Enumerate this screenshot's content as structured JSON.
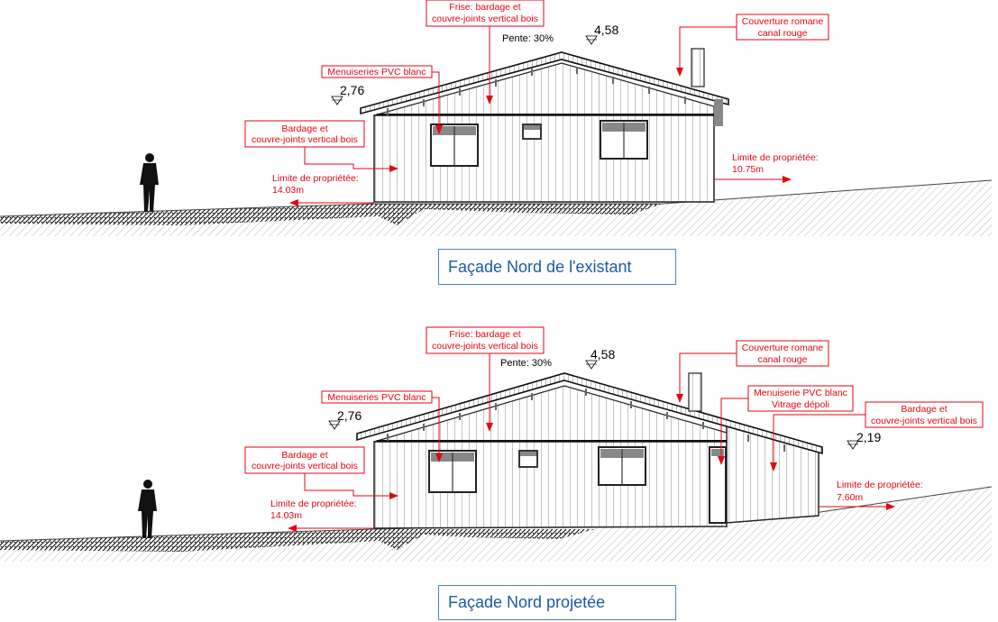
{
  "elevations": [
    {
      "id": "existant",
      "title": "Façade Nord de l'existant",
      "level_left": "2,76",
      "level_top": "4,58",
      "slope": "Pente: 30%",
      "labels": {
        "frise": [
          "Frise: bardage et",
          "couvre-joints vertical bois"
        ],
        "couverture": [
          "Couverture romane",
          "canal rouge"
        ],
        "menuiseries": [
          "Menuiseries PVC blanc"
        ],
        "bardage": [
          "Bardage et",
          "couvre-joints vertical bois"
        ],
        "limite_left": [
          "Limite de propriétée:",
          "14.03m"
        ],
        "limite_right": [
          "Limite de propriétée:",
          "10.75m"
        ]
      }
    },
    {
      "id": "projetee",
      "title": "Façade Nord projetée",
      "level_left": "2,76",
      "level_top": "4,58",
      "level_right": "2,19",
      "slope": "Pente: 30%",
      "labels": {
        "frise": [
          "Frise: bardage et",
          "couvre-joints vertical bois"
        ],
        "couverture": [
          "Couverture romane",
          "canal rouge"
        ],
        "menuiseries": [
          "Menuiseries PVC blanc"
        ],
        "menuiserie_vitrage": [
          "Menuiserie PVC blanc",
          "Vitrage dépoli"
        ],
        "bardage_left": [
          "Bardage et",
          "couvre-joints vertical bois"
        ],
        "bardage_right": [
          "Bardage et",
          "couvre-joints vertical bois"
        ],
        "limite_left": [
          "Limite de propriétée:",
          "14.03m"
        ],
        "limite_right": [
          "Limite de propriétée:",
          "7.60m"
        ]
      }
    }
  ],
  "colors": {
    "annotation": "#e30613",
    "title_border": "#4b84c4",
    "title_text": "#1c5aa6"
  }
}
